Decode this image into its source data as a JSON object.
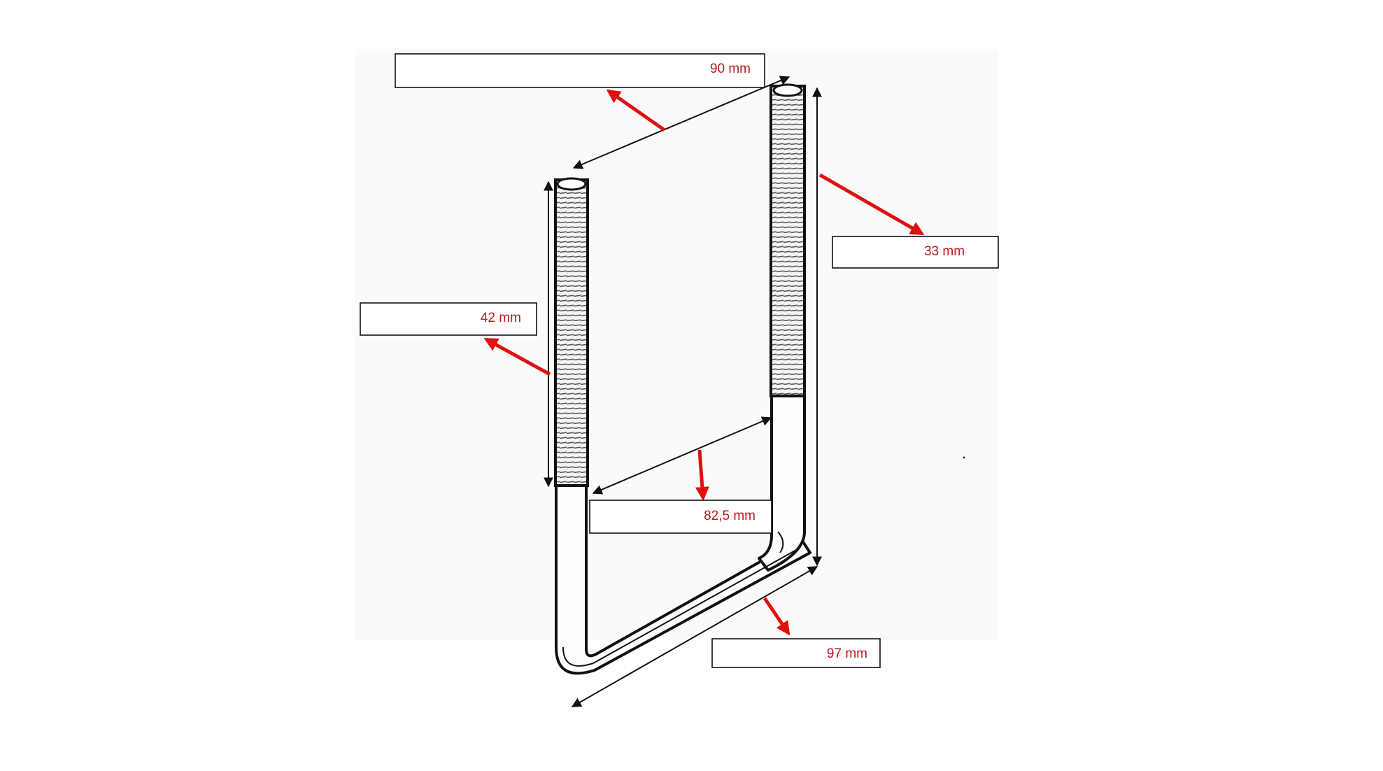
{
  "diagram": {
    "subject": "square U-bolt with threaded ends",
    "accent_color": "#e01010",
    "line_color": "#111111",
    "labels": {
      "top_width": "90 mm",
      "right_height": "33 mm",
      "left_height": "42 mm",
      "inner_width": "82,5 mm",
      "bottom_width": "97 mm"
    }
  }
}
